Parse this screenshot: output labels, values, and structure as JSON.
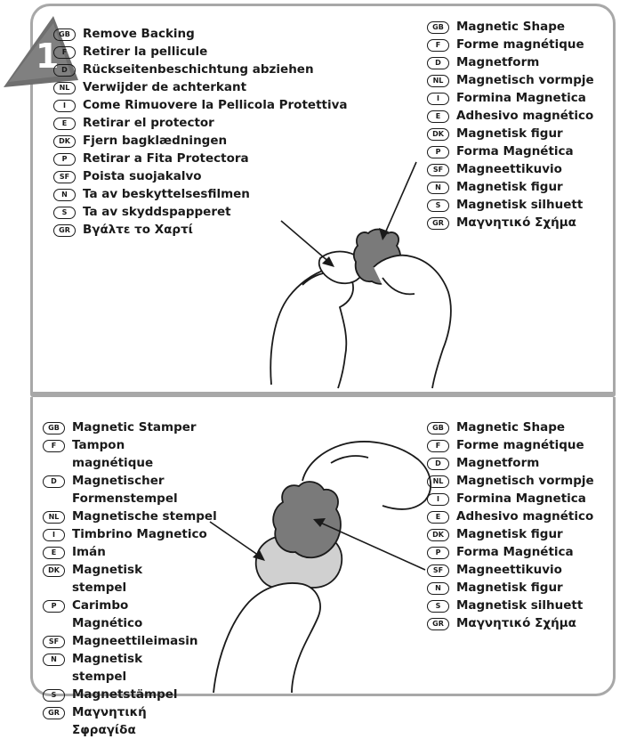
{
  "step_number": "1",
  "top_left": [
    {
      "code": "GB",
      "text": "Remove Backing"
    },
    {
      "code": "F",
      "text": "Retirer la pellicule"
    },
    {
      "code": "D",
      "text": "Rückseitenbeschichtung abziehen"
    },
    {
      "code": "NL",
      "text": "Verwijder de achterkant"
    },
    {
      "code": "I",
      "text": "Come Rimuovere la Pellicola Protettiva"
    },
    {
      "code": "E",
      "text": "Retirar el protector"
    },
    {
      "code": "DK",
      "text": "Fjern bagklædningen"
    },
    {
      "code": "P",
      "text": "Retirar a Fita Protectora"
    },
    {
      "code": "SF",
      "text": "Poista suojakalvo"
    },
    {
      "code": "N",
      "text": "Ta av beskyttelsesfilmen"
    },
    {
      "code": "S",
      "text": "Ta av skyddspapperet"
    },
    {
      "code": "GR",
      "text": "Βγάλτε το Χαρτί"
    }
  ],
  "top_right": [
    {
      "code": "GB",
      "text": "Magnetic Shape"
    },
    {
      "code": "F",
      "text": "Forme magnétique"
    },
    {
      "code": "D",
      "text": "Magnetform"
    },
    {
      "code": "NL",
      "text": "Magnetisch vormpje"
    },
    {
      "code": "I",
      "text": "Formina Magnetica"
    },
    {
      "code": "E",
      "text": "Adhesivo magnético"
    },
    {
      "code": "DK",
      "text": "Magnetisk figur"
    },
    {
      "code": "P",
      "text": "Forma Magnética"
    },
    {
      "code": "SF",
      "text": "Magneettikuvio"
    },
    {
      "code": "N",
      "text": "Magnetisk figur"
    },
    {
      "code": "S",
      "text": "Magnetisk silhuett"
    },
    {
      "code": "GR",
      "text": "Μαγνητικό Σχήμα"
    }
  ],
  "bottom_left": [
    {
      "code": "GB",
      "text": "Magnetic Stamper"
    },
    {
      "code": "F",
      "text": "Tampon magnétique"
    },
    {
      "code": "D",
      "text": "Magnetischer Formenstempel"
    },
    {
      "code": "NL",
      "text": "Magnetische stempel"
    },
    {
      "code": "I",
      "text": "Timbrino Magnetico"
    },
    {
      "code": "E",
      "text": "Imán"
    },
    {
      "code": "DK",
      "text": "Magnetisk stempel"
    },
    {
      "code": "P",
      "text": "Carimbo Magnético"
    },
    {
      "code": "SF",
      "text": "Magneettileimasin"
    },
    {
      "code": "N",
      "text": "Magnetisk stempel"
    },
    {
      "code": "S",
      "text": "Magnetstämpel"
    },
    {
      "code": "GR",
      "text": "Μαγνητική Σφραγίδα"
    }
  ],
  "bottom_right": [
    {
      "code": "GB",
      "text": "Magnetic Shape"
    },
    {
      "code": "F",
      "text": "Forme magnétique"
    },
    {
      "code": "D",
      "text": "Magnetform"
    },
    {
      "code": "NL",
      "text": "Magnetisch vormpje"
    },
    {
      "code": "I",
      "text": "Formina Magnetica"
    },
    {
      "code": "E",
      "text": "Adhesivo magnético"
    },
    {
      "code": "DK",
      "text": "Magnetisk figur"
    },
    {
      "code": "P",
      "text": "Forma Magnética"
    },
    {
      "code": "SF",
      "text": "Magneettikuvio"
    },
    {
      "code": "N",
      "text": "Magnetisk figur"
    },
    {
      "code": "S",
      "text": "Magnetisk silhuett"
    },
    {
      "code": "GR",
      "text": "Μαγνητικό Σχήμα"
    }
  ]
}
